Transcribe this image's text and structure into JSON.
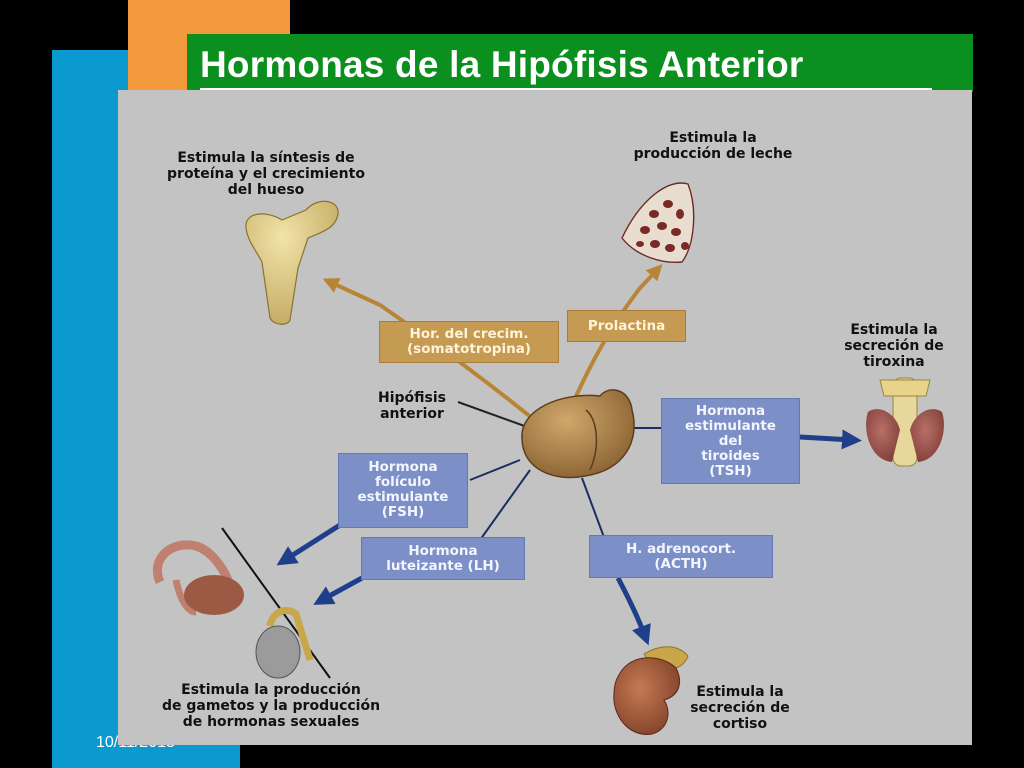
{
  "slide": {
    "title": "Hormonas de la Hipófisis Anterior",
    "date": "10/11/2013"
  },
  "diagram": {
    "center": {
      "line1": "Hipófisis",
      "line2": "anterior"
    },
    "hormones": {
      "gh": {
        "line1": "Hor. del crecim.",
        "line2": "(somatotropina)"
      },
      "prl": {
        "line1": "Prolactina"
      },
      "tsh": {
        "line1": "Hormona",
        "line2": "estimulante",
        "line3": "del",
        "line4": "tiroides",
        "line5": "(TSH)"
      },
      "fsh": {
        "line1": "Hormona",
        "line2": "folículo",
        "line3": "estimulante",
        "line4": "(FSH)"
      },
      "lh": {
        "line1": "Hormona",
        "line2": "luteizante (LH)"
      },
      "acth": {
        "line1": "H. adrenocort.",
        "line2": "(ACTH)"
      }
    },
    "effects": {
      "bone": {
        "line1": "Estimula la síntesis de",
        "line2": "proteína y el crecimiento",
        "line3": "del hueso"
      },
      "breast": {
        "line1": "Estimula la",
        "line2": "producción de leche"
      },
      "thyroid": {
        "line1": "Estimula la",
        "line2": "secreción de",
        "line3": "tiroxina"
      },
      "gonads": {
        "line1": "Estimula la producción",
        "line2": "de gametos y la producción",
        "line3": "de hormonas sexuales"
      },
      "adrenal": {
        "line1": "Estimula la",
        "line2": "secreción de",
        "line3": "cortiso"
      }
    },
    "colors": {
      "panel": "#c3c3c3",
      "tan_tag": "#c59a52",
      "blue_tag": "#7c8fc6",
      "tan_arrow": "#b88535",
      "blue_arrow": "#1f3f8a"
    }
  }
}
